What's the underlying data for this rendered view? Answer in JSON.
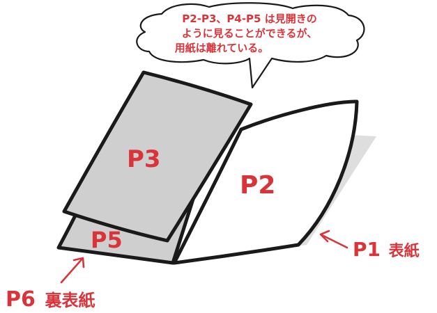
{
  "colors": {
    "accent": "#d9343a",
    "page_gray": "#cfcfcf",
    "shadow": "#dedede",
    "outline": "#1a1a1a"
  },
  "callout": {
    "lines": [
      "P2-P3、P4-P5 は見開きの",
      "ように見ることができるが、",
      "用紙は離れている。"
    ]
  },
  "pages": {
    "p2": {
      "label": "P2"
    },
    "p3": {
      "label": "P3"
    },
    "p5": {
      "label": "P5"
    }
  },
  "annotations": {
    "cover": {
      "page": "P1",
      "text": "表紙"
    },
    "back_cover": {
      "page": "P6",
      "text": "裏表紙"
    }
  }
}
